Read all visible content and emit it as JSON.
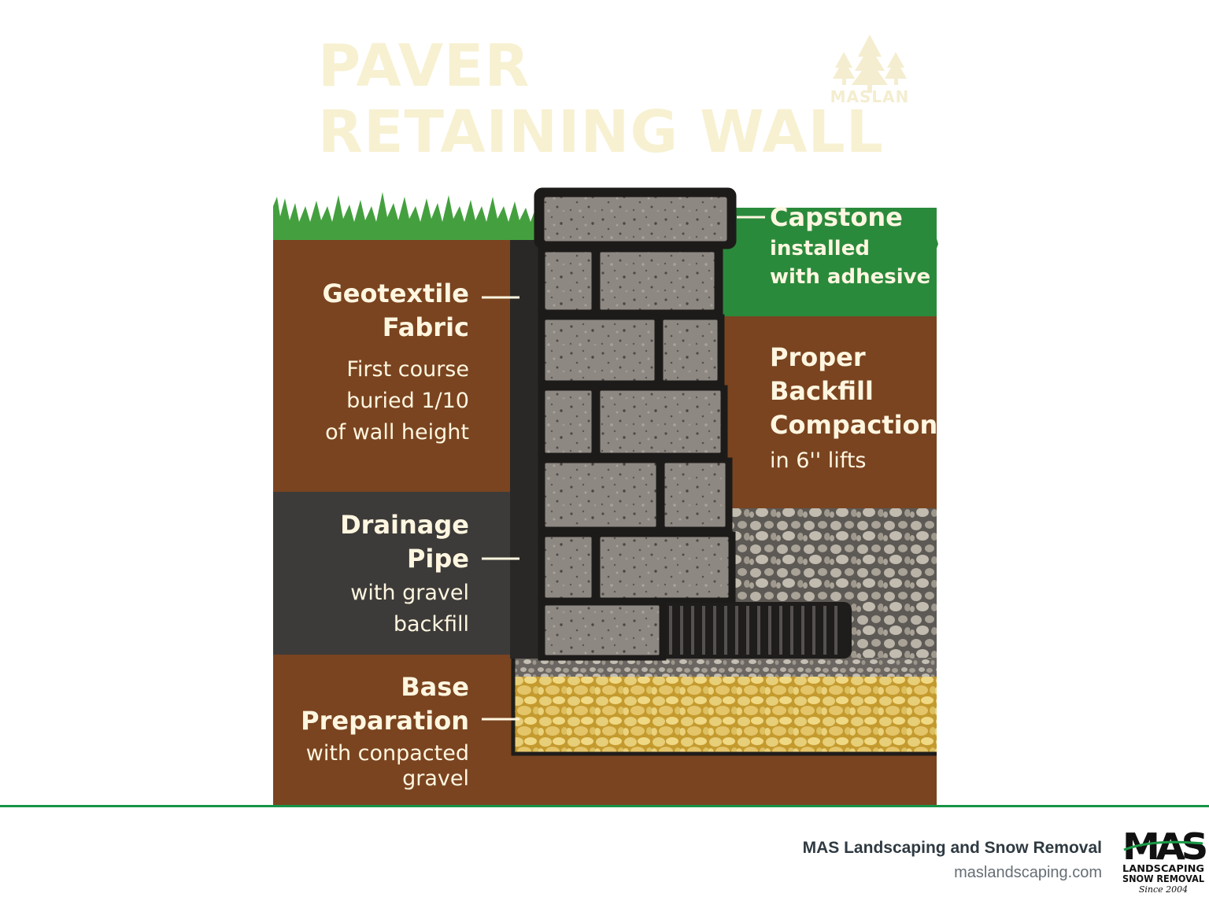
{
  "title": {
    "line1": "PAVER",
    "line2": "RETAINING WALL"
  },
  "watermark": {
    "text": "MASLAN",
    "icon": "pine-trees-icon"
  },
  "labels": {
    "geotextile": {
      "heading_line1": "Geotextile",
      "heading_line2": "Fabric"
    },
    "first_course": {
      "line1": "First course",
      "line2": "buried 1/10",
      "line3": "of wall height"
    },
    "drainage": {
      "heading_line1": "Drainage",
      "heading_line2": "Pipe",
      "sub_line1": "with gravel",
      "sub_line2": "backfill"
    },
    "base": {
      "heading_line1": "Base",
      "heading_line2": "Preparation",
      "sub_line1": "with conpacted",
      "sub_line2": "gravel"
    },
    "capstone": {
      "heading": "Capstone",
      "sub_line1": "installed",
      "sub_line2": "with adhesive"
    },
    "backfill": {
      "heading_line1": "Proper",
      "heading_line2": "Backfill",
      "heading_line3": "Compaction",
      "sub": "in 6'' lifts"
    }
  },
  "footer": {
    "company": "MAS Landscaping and Snow Removal",
    "website": "maslandscaping.com",
    "logo": {
      "mark": "MAS",
      "line1": "LANDSCAPING",
      "line2": "SNOW REMOVAL",
      "line3": "Since 2004"
    }
  },
  "colors": {
    "soil": "#7a4420",
    "grass": "#3f9a3c",
    "drainage_zone": "#3d3b39",
    "paver": "#8d8680",
    "sand": "#d9b64e",
    "gravel": "#605c58",
    "title": "#f7f1d2",
    "footer_rule": "#159447"
  }
}
